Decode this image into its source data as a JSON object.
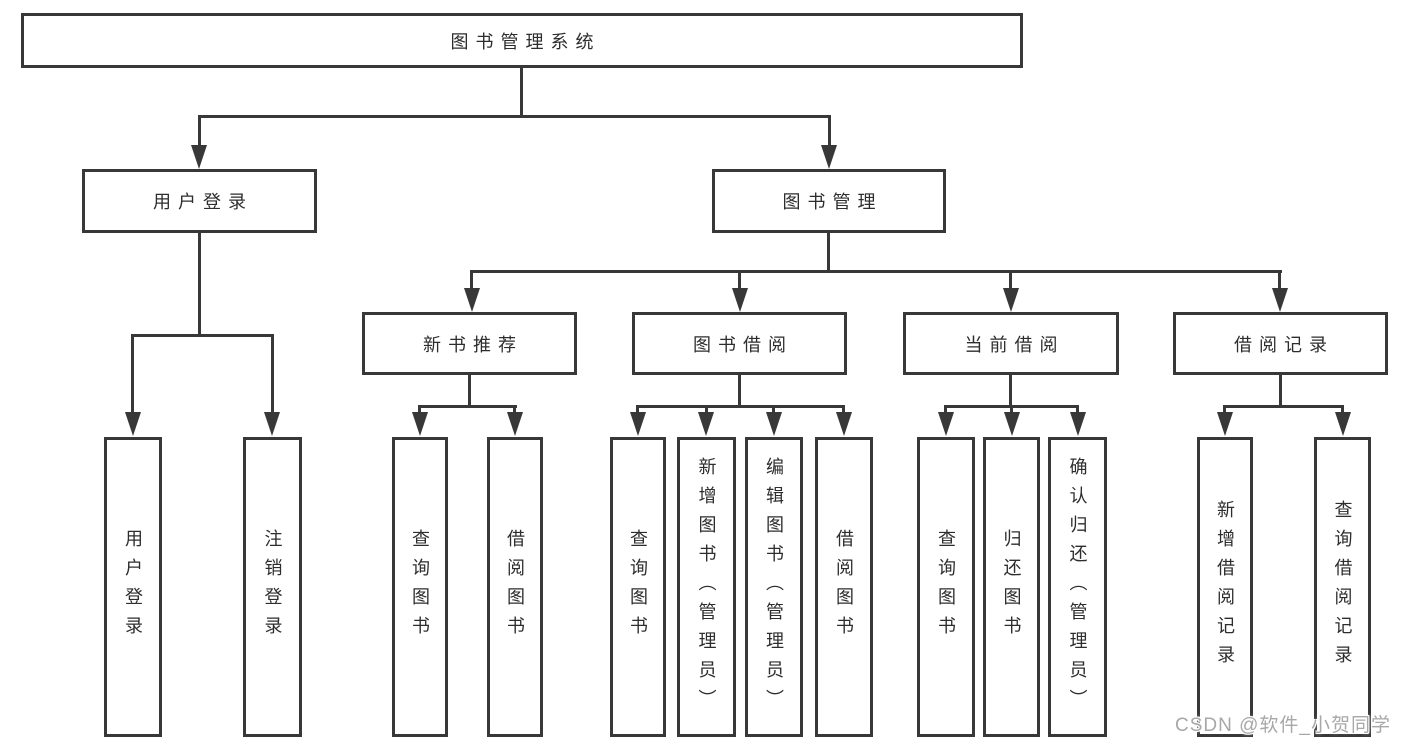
{
  "colors": {
    "line": "#383838",
    "text": "#2d2d2d",
    "background": "#ffffff",
    "watermark": "#a8a8a8"
  },
  "nodes": {
    "root": {
      "label": "图书管理系统"
    },
    "l1": [
      {
        "label": "用户登录"
      },
      {
        "label": "图书管理"
      }
    ],
    "l2": [
      {
        "label": "新书推荐"
      },
      {
        "label": "图书借阅"
      },
      {
        "label": "当前借阅"
      },
      {
        "label": "借阅记录"
      }
    ],
    "leaves": {
      "login": [
        {
          "label": "用户登录"
        },
        {
          "label": "注销登录"
        }
      ],
      "recommend": [
        {
          "label": "查询图书"
        },
        {
          "label": "借阅图书"
        }
      ],
      "borrow": [
        {
          "label": "查询图书"
        },
        {
          "label": "新增图书（管理员）"
        },
        {
          "label": "编辑图书（管理员）"
        },
        {
          "label": "借阅图书"
        }
      ],
      "current": [
        {
          "label": "查询图书"
        },
        {
          "label": "归还图书"
        },
        {
          "label": "确认归还（管理员）"
        }
      ],
      "records": [
        {
          "label": "新增借阅记录"
        },
        {
          "label": "查询借阅记录"
        }
      ]
    }
  },
  "watermark": {
    "text": "CSDN @软件_小贺同学"
  }
}
